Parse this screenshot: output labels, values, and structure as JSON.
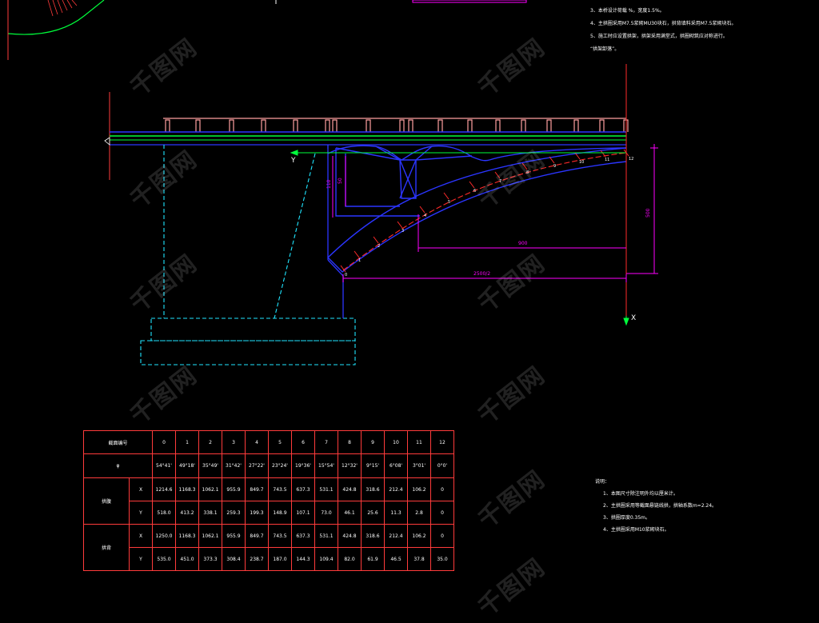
{
  "colors": {
    "background": "#000000",
    "blue": "#2b35ff",
    "green": "#00ff3c",
    "cyan": "#1fe5ff",
    "magenta": "#ff00ff",
    "red": "#ff2a2a",
    "pink": "#ffa0a0",
    "white": "#ffffff"
  },
  "drawing": {
    "axis_y_label": "Y",
    "axis_x_label": "X",
    "point_labels": [
      "0",
      "1",
      "2",
      "3",
      "4",
      "5",
      "6",
      "7",
      "8",
      "9",
      "10",
      "11",
      "12"
    ],
    "dimensions": {
      "total_span": "2500/2",
      "sub_span": "900",
      "height_right": "500",
      "height_small": "50",
      "height_mid": "110"
    }
  },
  "table": {
    "header_label": "截面编号",
    "point_numbers": [
      "0",
      "1",
      "2",
      "3",
      "4",
      "5",
      "6",
      "7",
      "8",
      "9",
      "10",
      "11",
      "12"
    ],
    "angle_label": "φ",
    "angles": [
      "54°41'",
      "49°18'",
      "35°49'",
      "31°42'",
      "27°22'",
      "23°24'",
      "19°36'",
      "15°54'",
      "12°32'",
      "9°15'",
      "6°08'",
      "3°01'",
      "0°0'"
    ],
    "groups": [
      {
        "name": "拱腹",
        "rows": [
          {
            "axis": "X",
            "values": [
              "1214.6",
              "1168.3",
              "1062.1",
              "955.9",
              "849.7",
              "743.5",
              "637.3",
              "531.1",
              "424.8",
              "318.6",
              "212.4",
              "106.2",
              "0"
            ]
          },
          {
            "axis": "Y",
            "values": [
              "518.0",
              "413.2",
              "338.1",
              "259.3",
              "199.3",
              "148.9",
              "107.1",
              "73.0",
              "46.1",
              "25.6",
              "11.3",
              "2.8",
              "0"
            ]
          }
        ]
      },
      {
        "name": "拱背",
        "rows": [
          {
            "axis": "X",
            "values": [
              "1250.0",
              "1168.3",
              "1062.1",
              "955.9",
              "849.7",
              "743.5",
              "637.3",
              "531.1",
              "424.8",
              "318.6",
              "212.4",
              "106.2",
              "0"
            ]
          },
          {
            "axis": "Y",
            "values": [
              "535.0",
              "451.0",
              "373.3",
              "308.4",
              "238.7",
              "187.0",
              "144.3",
              "109.4",
              "82.0",
              "61.9",
              "46.5",
              "37.8",
              "35.0"
            ]
          }
        ]
      }
    ]
  },
  "notes_top": [
    "3、本桥设计荷载          %，宽度1.5%。",
    "4、主拱圈采用M7.5浆砌MU30块石，拱背填料采用M7.5浆砌块石。",
    "5、施工时应设置拱架，拱架采用满堂式，拱圈砌筑应对称进行。",
    "  “拱架卸落”。"
  ],
  "notes_bottom": {
    "title": "说明：",
    "items": [
      "1、本图尺寸除注明外均以厘米计。",
      "2、主拱圈采用等截面悬链线拱，拱轴系数m=2.24。",
      "3、拱圈厚度0.35m。",
      "4、主拱圈采用M10浆砌块石。"
    ]
  },
  "watermark": "千图网"
}
